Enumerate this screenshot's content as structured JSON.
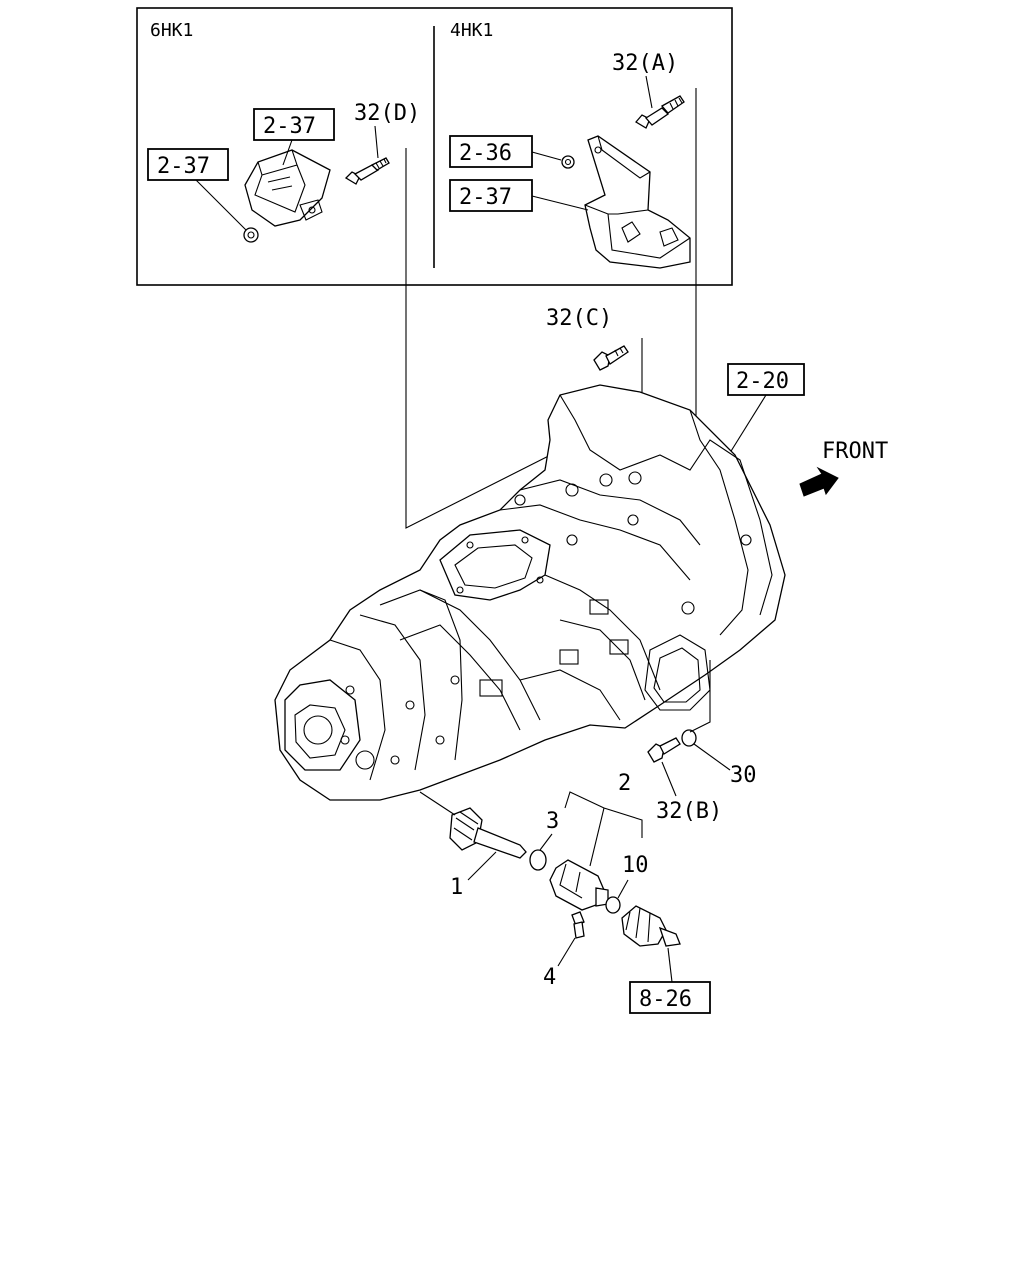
{
  "insets": {
    "left_title": "6HK1",
    "right_title": "4HK1"
  },
  "labels": {
    "ref_237_a": "2-37",
    "ref_237_b": "2-37",
    "ref_32d": "32(D)",
    "ref_32a": "32(A)",
    "ref_236": "2-36",
    "ref_237_c": "2-37",
    "ref_32c": "32(C)",
    "ref_220": "2-20",
    "front": "FRONT",
    "ref_30": "30",
    "ref_32b": "32(B)",
    "ref_2": "2",
    "ref_3": "3",
    "ref_10": "10",
    "ref_1": "1",
    "ref_4": "4",
    "ref_826": "8-26"
  },
  "icons": {
    "front_arrow": "front-arrow-icon"
  }
}
